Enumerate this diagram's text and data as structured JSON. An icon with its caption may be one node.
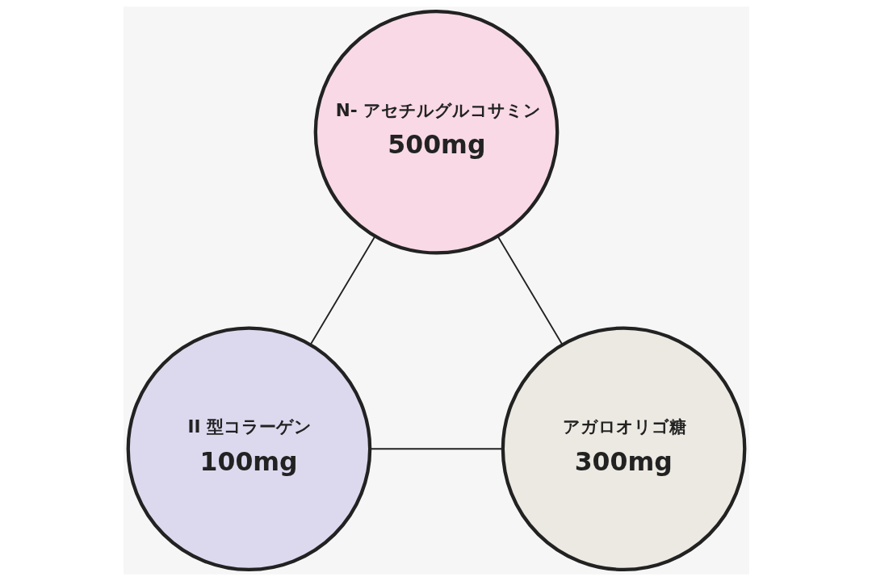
{
  "diagram": {
    "nodes": [
      {
        "text": [
          "N- アセチルグルコサミン",
          "500mg"
        ]
      },
      {
        "text": [
          "II 型コラーゲン",
          "100mg"
        ]
      },
      {
        "text": [
          "アガロオリゴ糖",
          "300mg"
        ]
      }
    ],
    "edges": [
      {
        "from": 0,
        "to": 1,
        "arrow": "none"
      },
      {
        "from": 0,
        "to": 2,
        "arrow": "none"
      },
      {
        "from": 1,
        "to": 2,
        "arrow": "none"
      }
    ]
  }
}
